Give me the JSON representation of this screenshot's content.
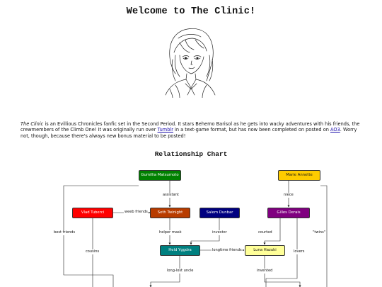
{
  "page": {
    "title": "Welcome to The Clinic!",
    "intro": {
      "emph": "The Clinic",
      "part1": " is an Evillious Chronicles fanfic set in the Second Period. It stars Behemo Barisol as he gets into wacky adventures with his friends, the crewmembers of the Climb One! It was originally run over ",
      "link1": "Tumblr",
      "part2": " in a text-game format, but has now been completed on posted on ",
      "link2": "AO3",
      "part3": ". Worry not, though, because there's always new bonus material to be posted!"
    },
    "chart_heading": "Relationship Chart"
  },
  "nodes": {
    "gumillia": {
      "label": "Gumillia Matsumoto",
      "bg": "#008000",
      "fg": "#ffffff"
    },
    "vlad": {
      "label": "Vlad Tuberci",
      "bg": "#ff0000",
      "fg": "#ffffff"
    },
    "seth": {
      "label": "Seth Twinight",
      "bg": "#b83c00",
      "fg": "#ffffff"
    },
    "salem": {
      "label": "Salem Dunbar",
      "bg": "#000080",
      "fg": "#ffffff"
    },
    "held": {
      "label": "Held Yggdra",
      "bg": "#008080",
      "fg": "#ffffff"
    },
    "marie": {
      "label": "Marie Annette",
      "bg": "#ffcc00",
      "fg": "#111111"
    },
    "gilles": {
      "label": "Gilles Derais",
      "bg": "#800080",
      "fg": "#ffffff"
    },
    "luna": {
      "label": "Luna Hazuki",
      "bg": "#ffff99",
      "fg": "#111111"
    }
  },
  "edges": {
    "assistant": "assistant",
    "weeb_friends": "weeb friends",
    "helper_mask": "helper mask",
    "investor": "investor",
    "best_friends": "best friends",
    "cousins": "cousins",
    "longtime_friends": "longtime friends",
    "long_lost_uncle": "long-lost uncle",
    "niece": "niece",
    "courted": "courted",
    "lovers": "lovers",
    "twins": "\"twins\"",
    "invented": "invented"
  },
  "colors": {
    "link": "#1a0dab",
    "line": "#222222"
  }
}
